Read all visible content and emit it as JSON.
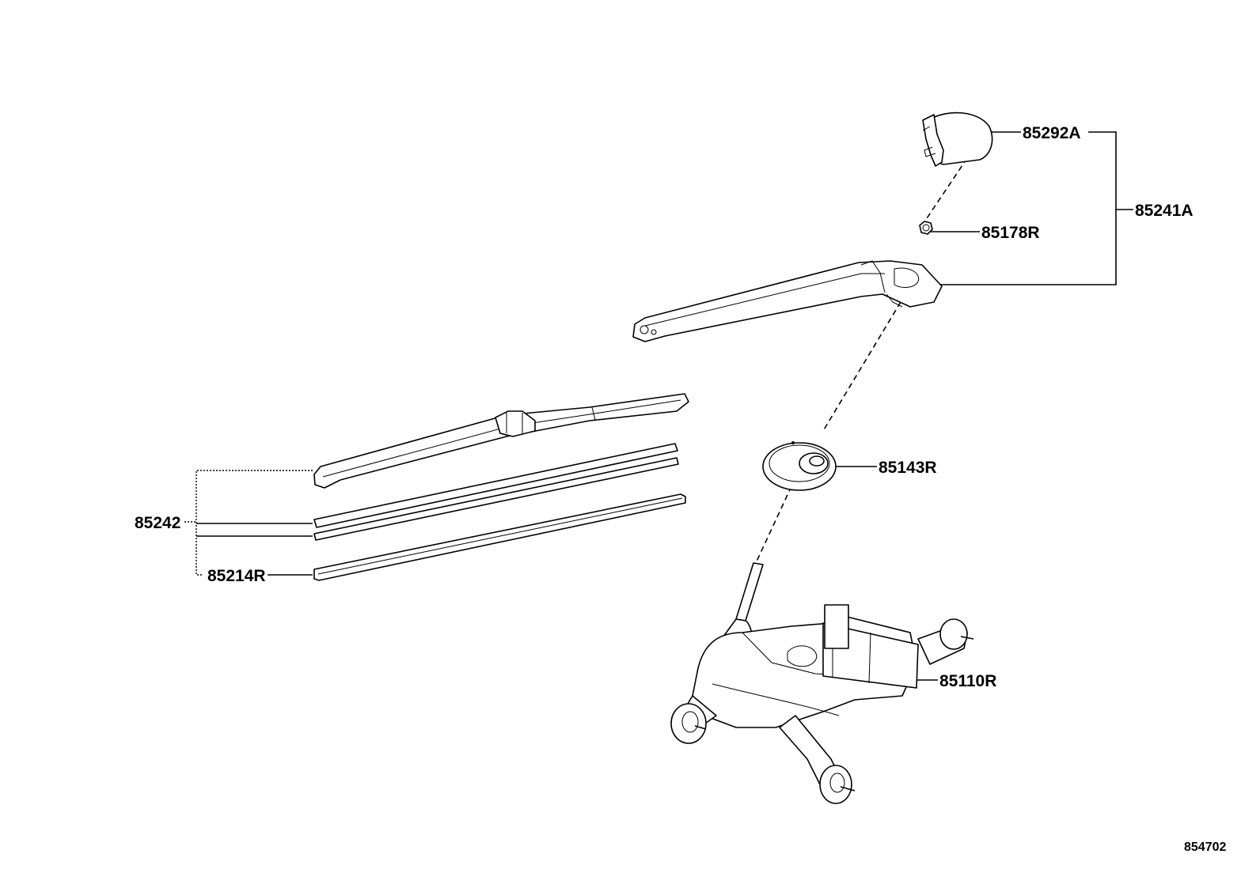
{
  "diagram": {
    "reference": "854702",
    "labels": {
      "cap": "85292A",
      "arm_assembly": "85241A",
      "nut": "85178R",
      "pivot_cover": "85143R",
      "blade_assembly": "85242",
      "blade_rubber": "85214R",
      "motor": "85110R"
    }
  }
}
